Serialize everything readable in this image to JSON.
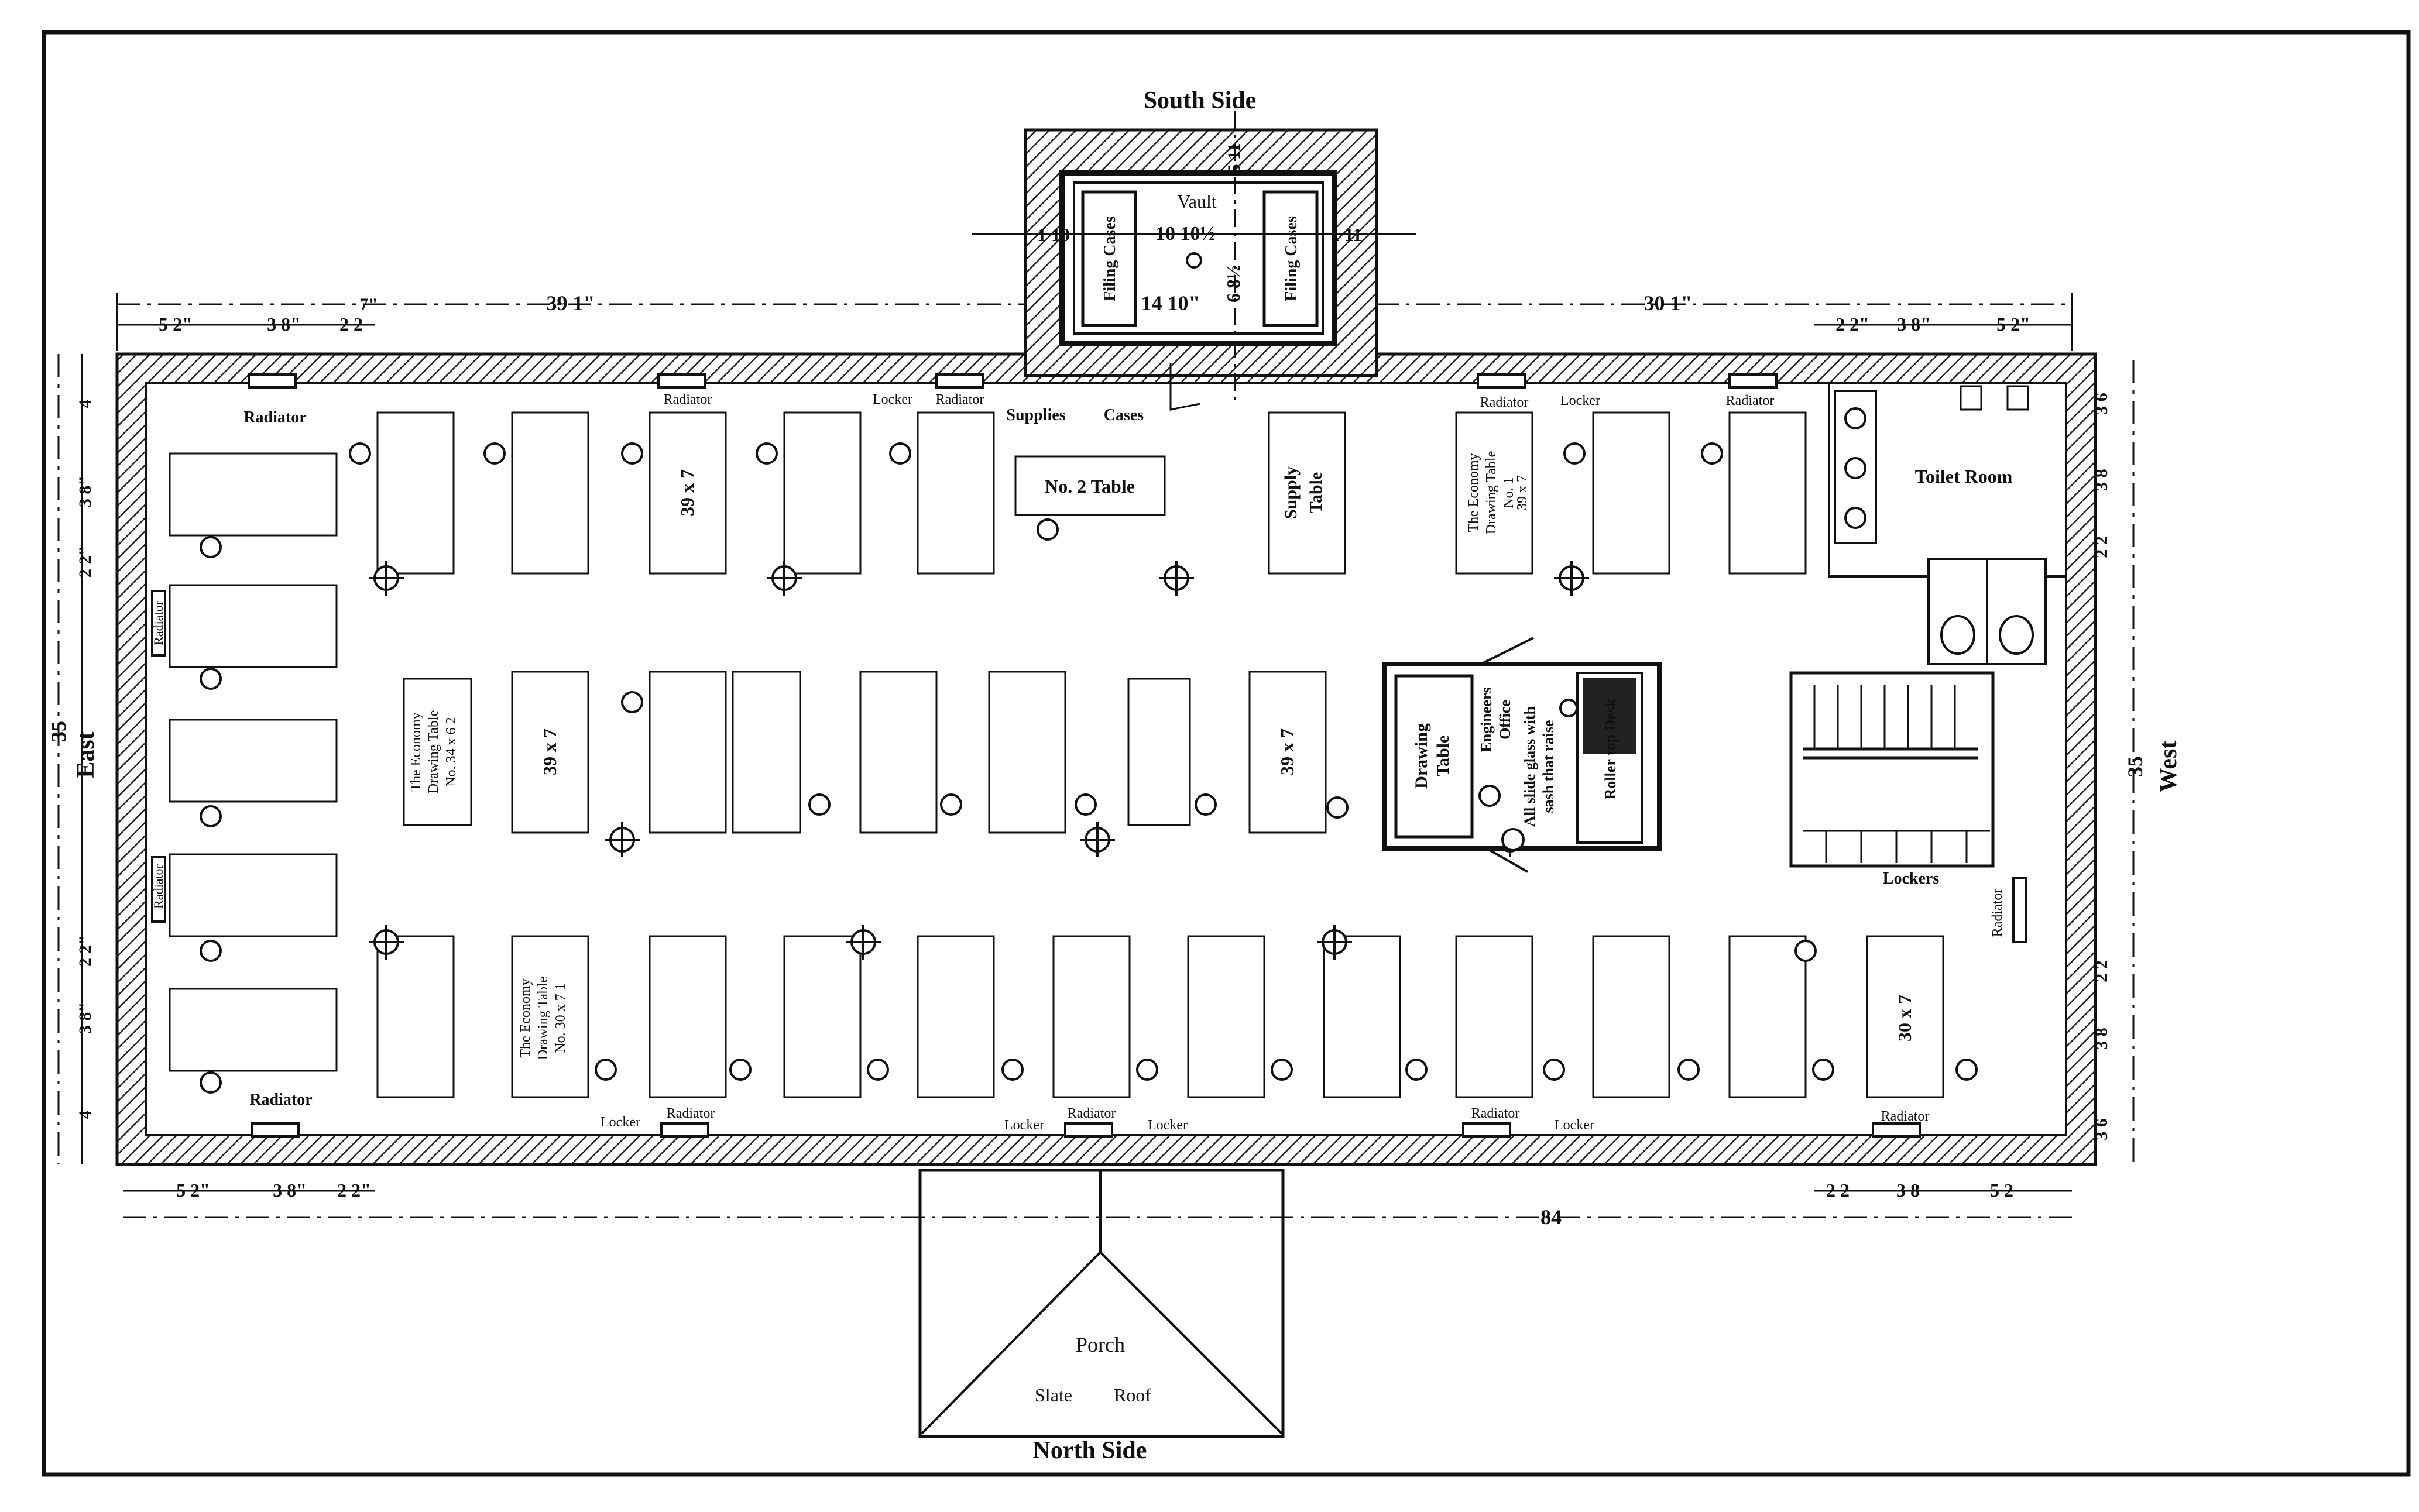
{
  "orientation": {
    "north": "North Side",
    "south": "South Side",
    "east": "East",
    "west": "West"
  },
  "rooms": {
    "vault": "Vault",
    "toilet": "Toilet Room",
    "office_lines": [
      "Engineers",
      "Office",
      "All slide glass with",
      "sash that raise"
    ],
    "porch": "Porch",
    "porch_roof": [
      "Slate",
      "Roof"
    ],
    "lockers": "Lockers"
  },
  "furniture": {
    "filing_cases": "Filing Cases",
    "supplies": "Supplies",
    "cases": "Cases",
    "no2_table": "No. 2 Table",
    "supply_table": [
      "Supply",
      "Table"
    ],
    "economy_table_top": [
      "The Economy",
      "Drawing Table",
      "No. 1",
      "39 x 7"
    ],
    "economy_table_mid": [
      "The Economy",
      "Drawing Table",
      "No. 34 x 6 2"
    ],
    "economy_table_bottom": [
      "The Economy",
      "Drawing Table",
      "No. 30 x 7 1"
    ],
    "drawing_table": [
      "Drawing",
      "Table"
    ],
    "roll_top_desk": "Roller top Desk",
    "radiator": "Radiator",
    "locker": "Locker",
    "table_39x7": "39 x 7",
    "table_39x7_mid": "39 x 7",
    "table_30x7": "30 x 7"
  },
  "dimensions": {
    "top_left_5_2": "5 2\"",
    "top_left_3_8": "3 8\"",
    "top_left_2_2": "2 2",
    "top_7": "7\"",
    "top_39_1": "39 1\"",
    "top_30_1": "30 1\"",
    "top_right_2_2": "2 2\"",
    "top_right_3_8": "3 8\"",
    "top_right_5_2": "5 2\"",
    "vault_1_10": "1 10",
    "vault_10_10": "10 10½",
    "vault_1_11": "1 11",
    "vault_14_10": "14 10\"",
    "vault_6_8": "6 8½",
    "vault_5_11": "5 11",
    "bottom_left_5_2": "5 2\"",
    "bottom_left_3_8": "3 8\"",
    "bottom_left_2_2": "2 2\"",
    "bottom_84": "84",
    "bottom_right_2_2": "2 2",
    "bottom_right_3_8": "3 8",
    "bottom_right_5_2": "5 2",
    "east_35": "35",
    "west_35": "35",
    "east_side": [
      "4",
      "3 8\"",
      "2 2\"",
      "2 2\"",
      "3 8\"",
      "4"
    ],
    "west_side": [
      "3 6",
      "3 8",
      "2 2",
      "2 2",
      "3 8",
      "3 6"
    ]
  }
}
